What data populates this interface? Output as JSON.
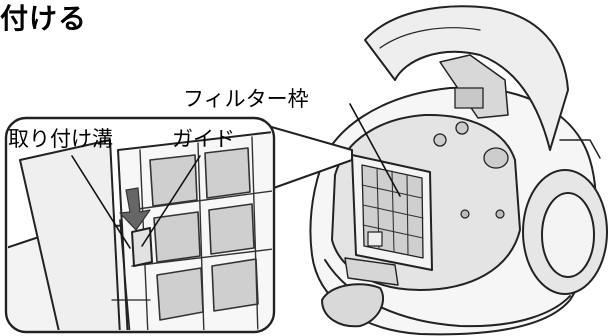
{
  "heading": "付ける",
  "labels": {
    "filter_frame": "フィルター枠",
    "mounting_groove": "取り付け溝",
    "guide": "ガイド"
  },
  "colors": {
    "line": "#222222",
    "fill_light": "#f2f2f2",
    "fill_mid": "#d9d9d9",
    "fill_dark": "#b8b8b8",
    "arrow": "#555555"
  }
}
